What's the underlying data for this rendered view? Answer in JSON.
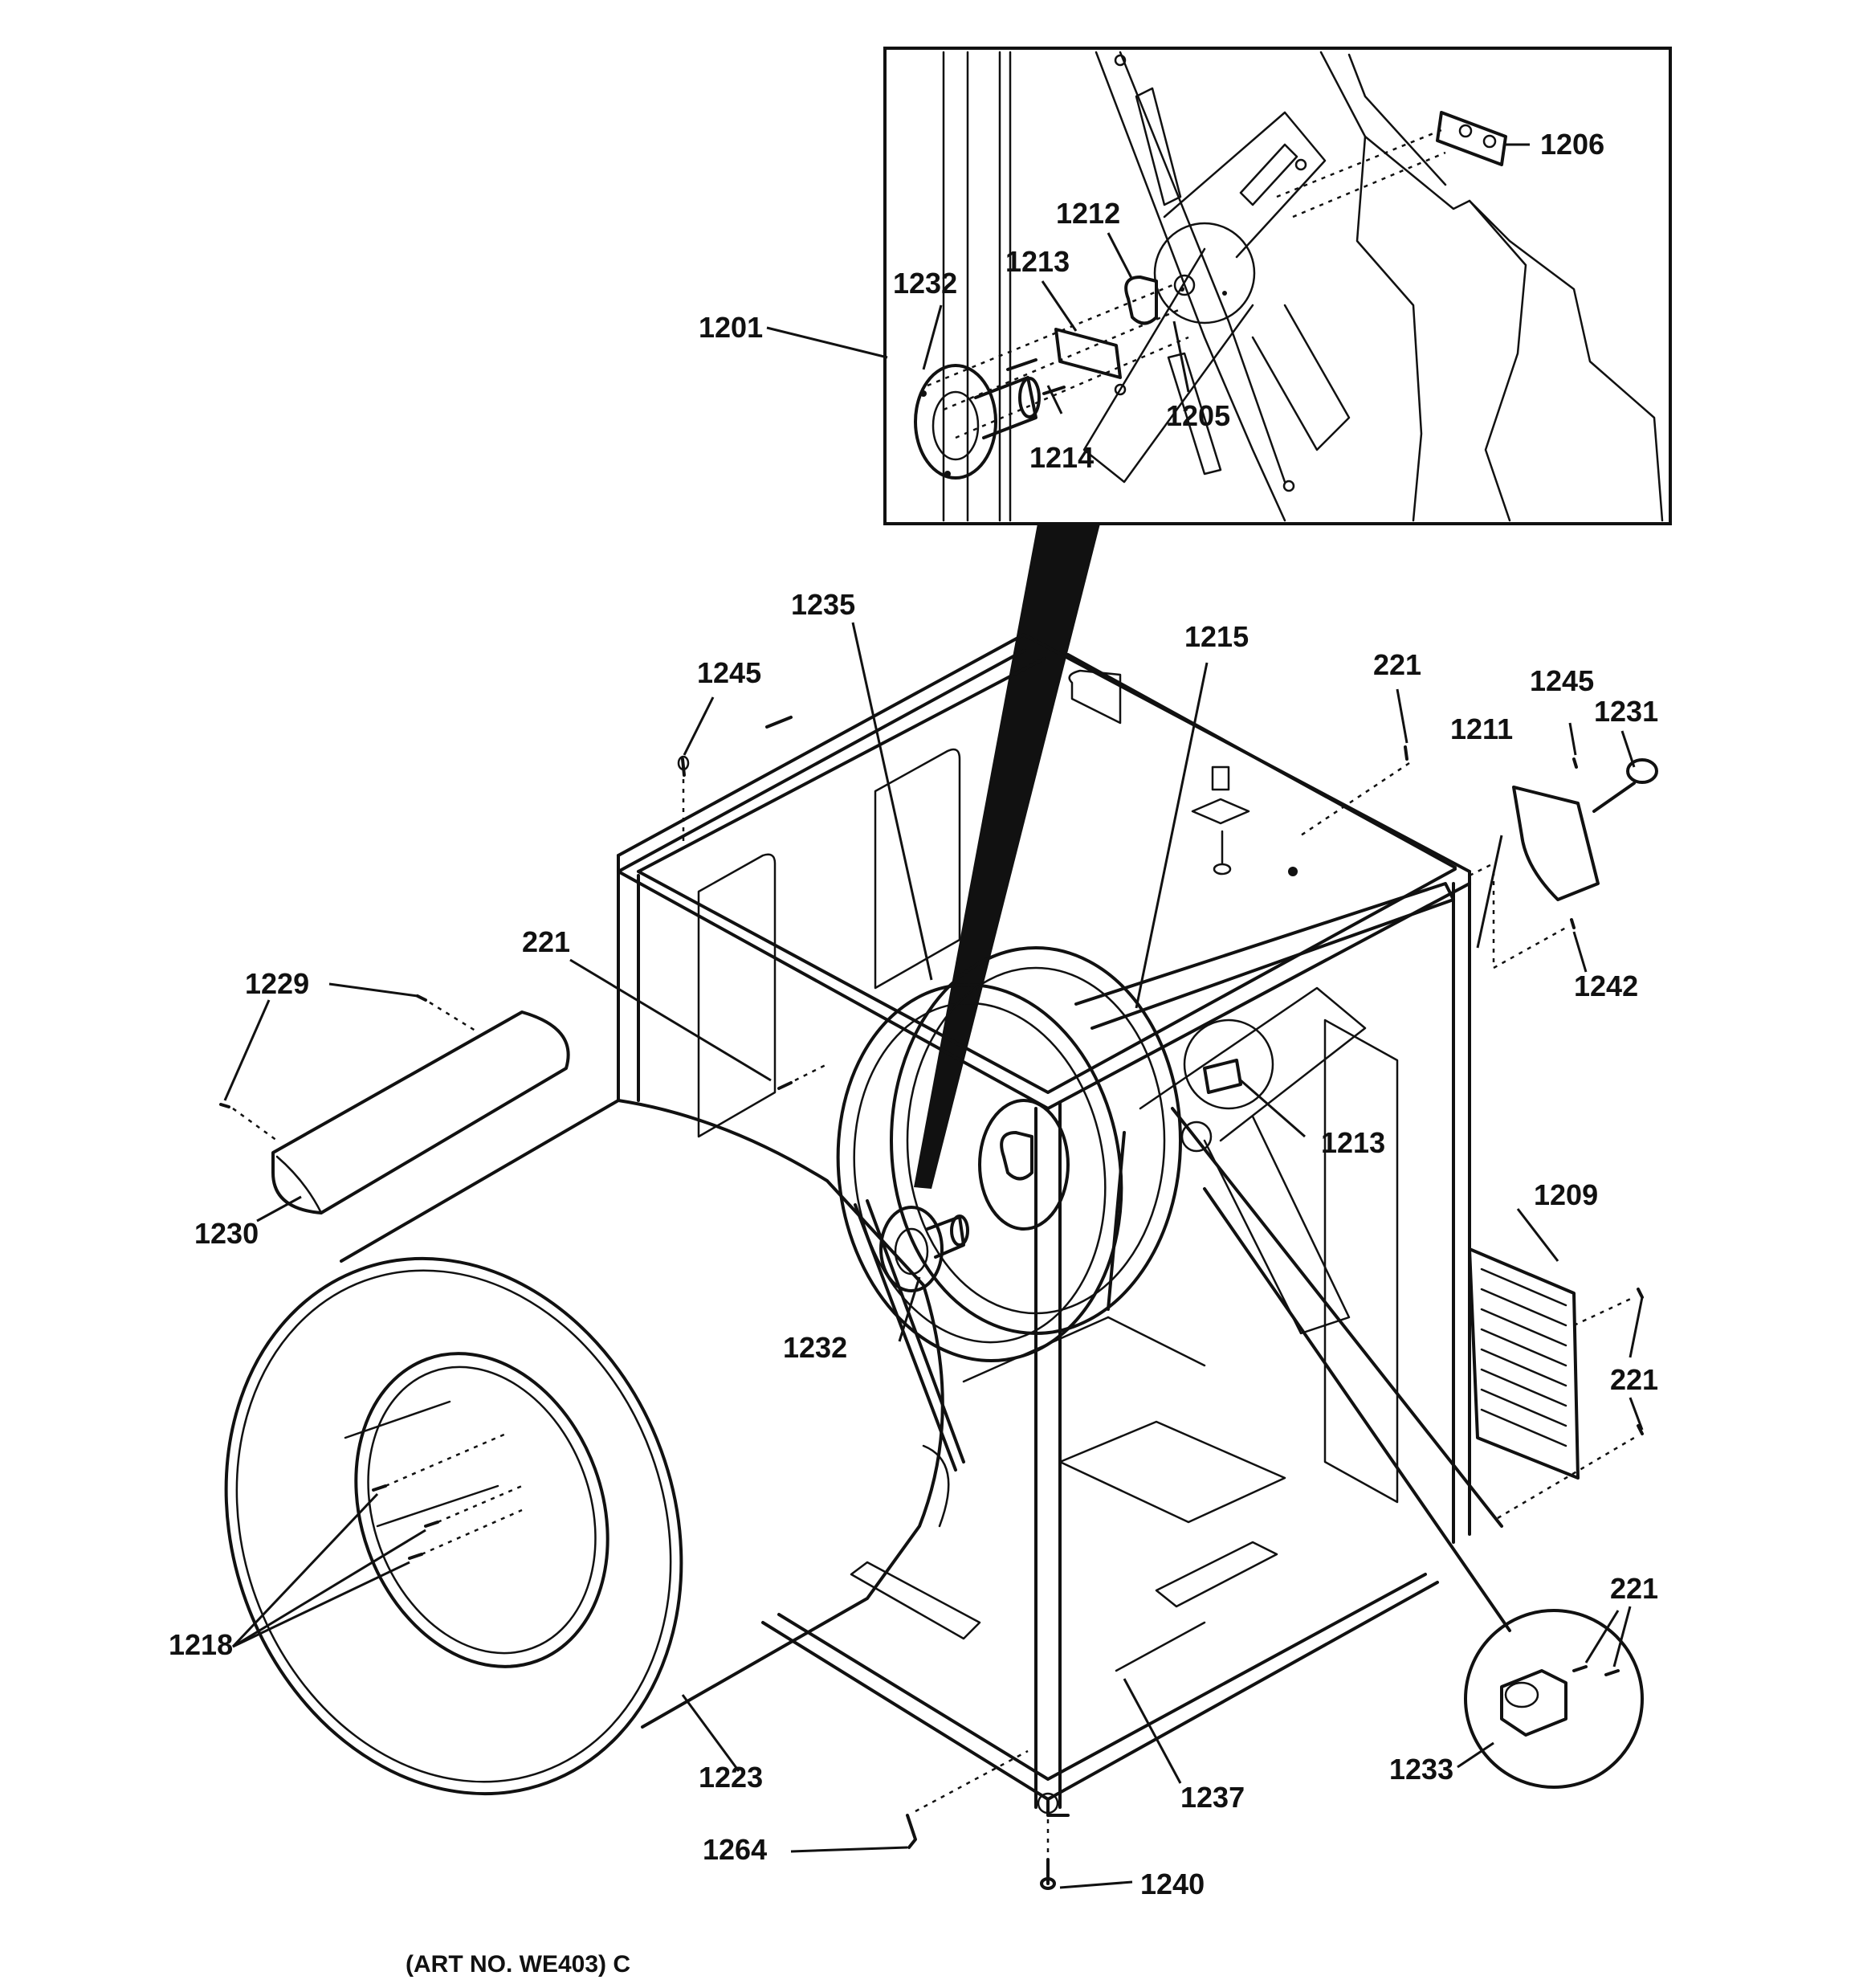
{
  "callouts": [
    {
      "id": "1201",
      "text": "1201"
    },
    {
      "id": "1205",
      "text": "1205"
    },
    {
      "id": "1206",
      "text": "1206"
    },
    {
      "id": "1209",
      "text": "1209"
    },
    {
      "id": "1211",
      "text": "1211"
    },
    {
      "id": "1212",
      "text": "1212"
    },
    {
      "id": "1213a",
      "text": "1213"
    },
    {
      "id": "1213b",
      "text": "1213"
    },
    {
      "id": "1214",
      "text": "1214"
    },
    {
      "id": "1215",
      "text": "1215"
    },
    {
      "id": "1218",
      "text": "1218"
    },
    {
      "id": "221a",
      "text": "221"
    },
    {
      "id": "221b",
      "text": "221"
    },
    {
      "id": "221c",
      "text": "221"
    },
    {
      "id": "221d",
      "text": "221"
    },
    {
      "id": "1223",
      "text": "1223"
    },
    {
      "id": "1229",
      "text": "1229"
    },
    {
      "id": "1230",
      "text": "1230"
    },
    {
      "id": "1231",
      "text": "1231"
    },
    {
      "id": "1232a",
      "text": "1232"
    },
    {
      "id": "1232b",
      "text": "1232"
    },
    {
      "id": "1233",
      "text": "1233"
    },
    {
      "id": "1235",
      "text": "1235"
    },
    {
      "id": "1237",
      "text": "1237"
    },
    {
      "id": "1240",
      "text": "1240"
    },
    {
      "id": "1242",
      "text": "1242"
    },
    {
      "id": "1245a",
      "text": "1245"
    },
    {
      "id": "1245b",
      "text": "1245"
    },
    {
      "id": "1264",
      "text": "1264"
    }
  ],
  "caption": "(ART NO. WE403) C"
}
